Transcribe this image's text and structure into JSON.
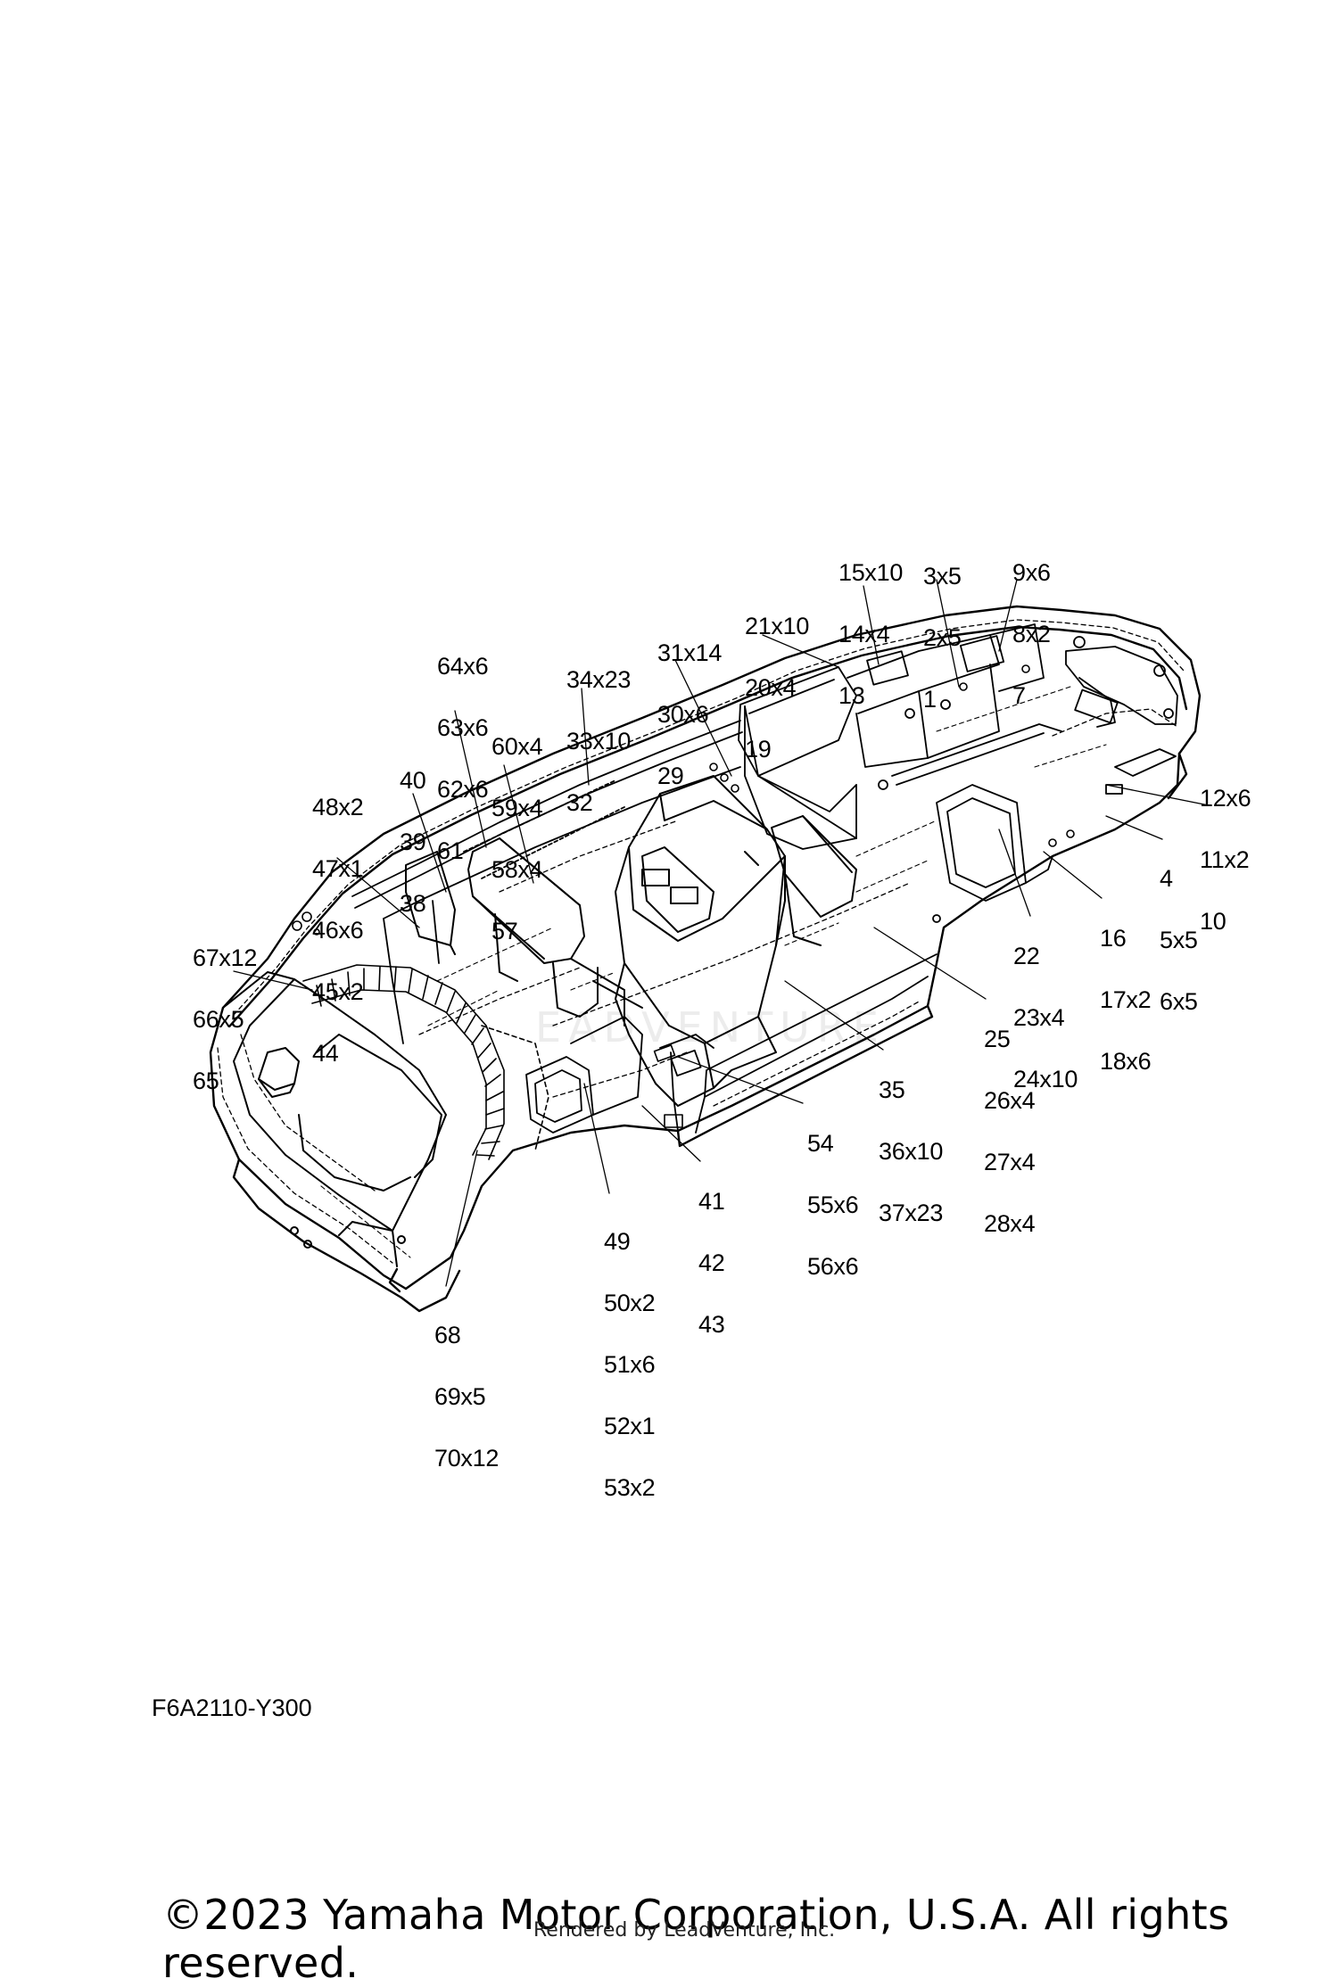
{
  "drawing_code": "F6A2110-Y300",
  "copyright": "©2023 Yamaha Motor Corporation, U.S.A. All rights reserved.",
  "rendered_by": "Rendered by LeadVenture, Inc.",
  "watermark_text": "EADVENTURE",
  "callouts": [
    {
      "id": "g-15",
      "lines": [
        "15x10",
        "14x4",
        "13"
      ]
    },
    {
      "id": "g-3",
      "lines": [
        "3x5",
        "2x5",
        "1"
      ]
    },
    {
      "id": "g-9",
      "lines": [
        "9x6",
        "8x2",
        "7"
      ]
    },
    {
      "id": "g-21",
      "lines": [
        "21x10",
        "20x4",
        "19"
      ]
    },
    {
      "id": "g-31",
      "lines": [
        "31x14",
        "30x6",
        "29"
      ]
    },
    {
      "id": "g-34",
      "lines": [
        "34x23",
        "33x10",
        "32"
      ]
    },
    {
      "id": "g-64",
      "lines": [
        "64x6",
        "63x6",
        "62x6",
        "61"
      ]
    },
    {
      "id": "g-60",
      "lines": [
        "60x4",
        "59x4",
        "58x4",
        "57"
      ]
    },
    {
      "id": "g-40",
      "lines": [
        "40",
        "39",
        "38"
      ]
    },
    {
      "id": "g-48",
      "lines": [
        "48x2",
        "47x1",
        "46x6",
        "45x2",
        "44"
      ]
    },
    {
      "id": "g-12",
      "lines": [
        "12x6",
        "11x2",
        "10"
      ]
    },
    {
      "id": "g-4",
      "lines": [
        "4",
        "5x5",
        "6x5"
      ]
    },
    {
      "id": "g-16",
      "lines": [
        "16",
        "17x2",
        "18x6"
      ]
    },
    {
      "id": "g-22",
      "lines": [
        "22",
        "23x4",
        "24x10"
      ]
    },
    {
      "id": "g-67",
      "lines": [
        "67x12",
        "66x5",
        "65"
      ]
    },
    {
      "id": "g-25",
      "lines": [
        "25",
        "26x4",
        "27x4",
        "28x4"
      ]
    },
    {
      "id": "g-35",
      "lines": [
        "35",
        "36x10",
        "37x23"
      ]
    },
    {
      "id": "g-54",
      "lines": [
        "54",
        "55x6",
        "56x6"
      ]
    },
    {
      "id": "g-41",
      "lines": [
        "41",
        "42",
        "43"
      ]
    },
    {
      "id": "g-49",
      "lines": [
        "49",
        "50x2",
        "51x6",
        "52x1",
        "53x2"
      ]
    },
    {
      "id": "g-68",
      "lines": [
        "68",
        "69x5",
        "70x12"
      ]
    }
  ]
}
